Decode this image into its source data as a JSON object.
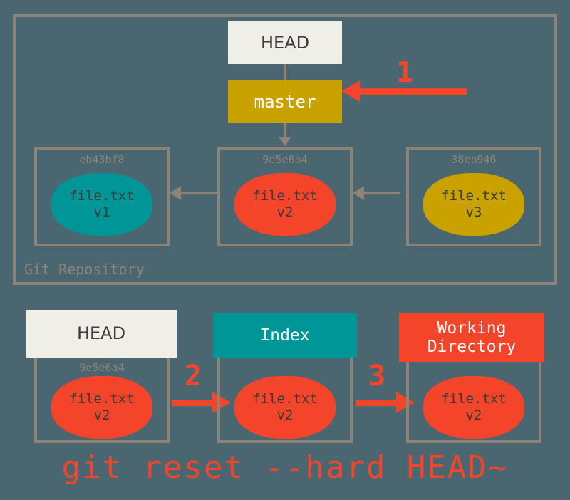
{
  "diagram": {
    "title": "git reset --hard HEAD~",
    "background_color": "#4a6670",
    "frame_color": "#8c8477",
    "accent_red": "#f4452a",
    "accent_gold": "#c9a200",
    "accent_teal": "#009597",
    "accent_cream": "#f0efe7"
  },
  "repository": {
    "label": "Git Repository",
    "head_ref": "HEAD",
    "branch_ref": "master",
    "commits": [
      {
        "hash": "eb43bf8",
        "file": "file.txt",
        "version": "v1",
        "color": "#009597"
      },
      {
        "hash": "9e5e6a4",
        "file": "file.txt",
        "version": "v2",
        "color": "#f4452a"
      },
      {
        "hash": "38eb946",
        "file": "file.txt",
        "version": "v3",
        "color": "#c9a200"
      }
    ]
  },
  "steps": {
    "one": "1",
    "two": "2",
    "three": "3"
  },
  "areas": [
    {
      "name": "HEAD",
      "hash": "9e5e6a4",
      "file": "file.txt",
      "version": "v2",
      "blob_color": "#f4452a",
      "header_color": "#f0efe7"
    },
    {
      "name": "Index",
      "hash": "",
      "file": "file.txt",
      "version": "v2",
      "blob_color": "#f4452a",
      "header_color": "#009597"
    },
    {
      "name": "Working\nDirectory",
      "name_line1": "Working",
      "name_line2": "Directory",
      "hash": "",
      "file": "file.txt",
      "version": "v2",
      "blob_color": "#f4452a",
      "header_color": "#f4452a"
    }
  ],
  "command": "git reset --hard HEAD~"
}
